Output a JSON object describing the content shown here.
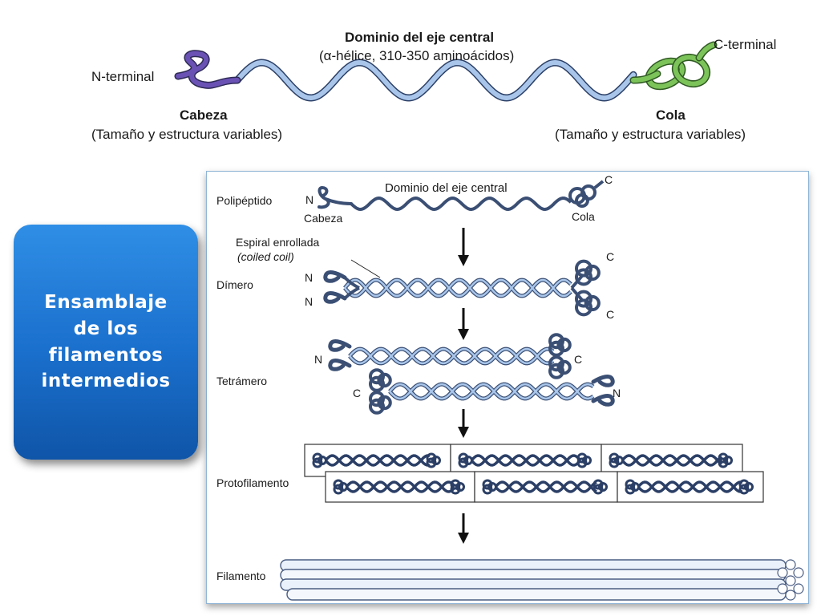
{
  "top_diagram": {
    "title": "Dominio del eje central",
    "subtitle": "(α-hélice, 310-350 aminoácidos)",
    "n_terminal": "N-terminal",
    "c_terminal": "C-terminal",
    "head_label": "Cabeza",
    "head_note": "(Tamaño y estructura variables)",
    "tail_label": "Cola",
    "tail_note": "(Tamaño y estructura variables)",
    "colors": {
      "head": "#5a3fa8",
      "rod": "#a9c6ea",
      "tail": "#7cc35a"
    }
  },
  "assembly_figure": {
    "central_domain": "Dominio del eje central",
    "stages": {
      "polypeptide": "Polipéptido",
      "dimer": "Dímero",
      "tetramer": "Tetrámero",
      "protofilament": "Protofilamento",
      "filament": "Filamento"
    },
    "head_label": "Cabeza",
    "tail_label": "Cola",
    "coiled_coil_line1": "Espiral enrollada",
    "coiled_coil_line2": "(coiled coil)",
    "n": "N",
    "c": "C"
  },
  "side_box": {
    "line1": "Ensamblaje",
    "line2": "de los",
    "line3": "filamentos",
    "line4": "intermedios",
    "color": "#1a6fcc"
  }
}
